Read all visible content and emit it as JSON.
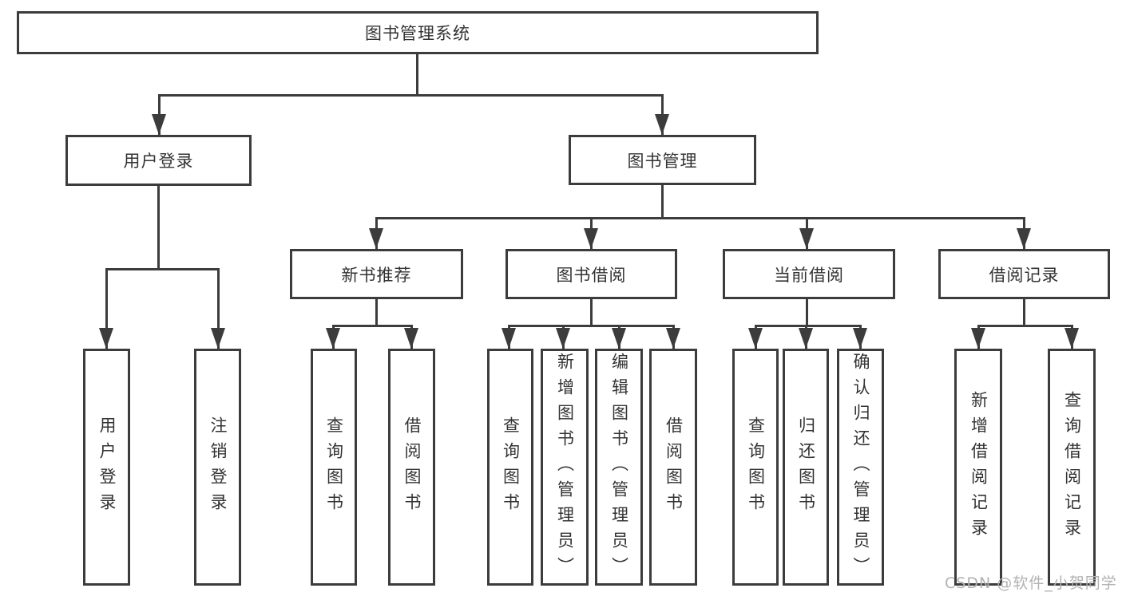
{
  "diagram": {
    "title": "图书管理系统",
    "root": {
      "label": "图书管理系统"
    },
    "level2": [
      {
        "id": "user-login",
        "label": "用户登录"
      },
      {
        "id": "book-management",
        "label": "图书管理"
      }
    ],
    "level3": [
      {
        "id": "new-book-recommend",
        "label": "新书推荐",
        "parent": "图书管理"
      },
      {
        "id": "book-borrow",
        "label": "图书借阅",
        "parent": "图书管理"
      },
      {
        "id": "current-borrow",
        "label": "当前借阅",
        "parent": "图书管理"
      },
      {
        "id": "borrow-records",
        "label": "借阅记录",
        "parent": "图书管理"
      }
    ],
    "leaves": {
      "user_login": [
        "用户登录",
        "注销登录"
      ],
      "new_book": [
        "查询图书",
        "借阅图书"
      ],
      "book_borrow": [
        "查询图书",
        "新增图书（管理员）",
        "编辑图书（管理员）",
        "借阅图书"
      ],
      "current": [
        "查询图书",
        "归还图书",
        "确认归还（管理员）"
      ],
      "records": [
        "新增借阅记录",
        "查询借阅记录"
      ]
    },
    "watermark": "CSDN @软件_小贺同学",
    "colors": {
      "line": "#3c3c3c",
      "text": "#333333",
      "watermark": "#b2b2b2",
      "background": "#ffffff"
    }
  }
}
